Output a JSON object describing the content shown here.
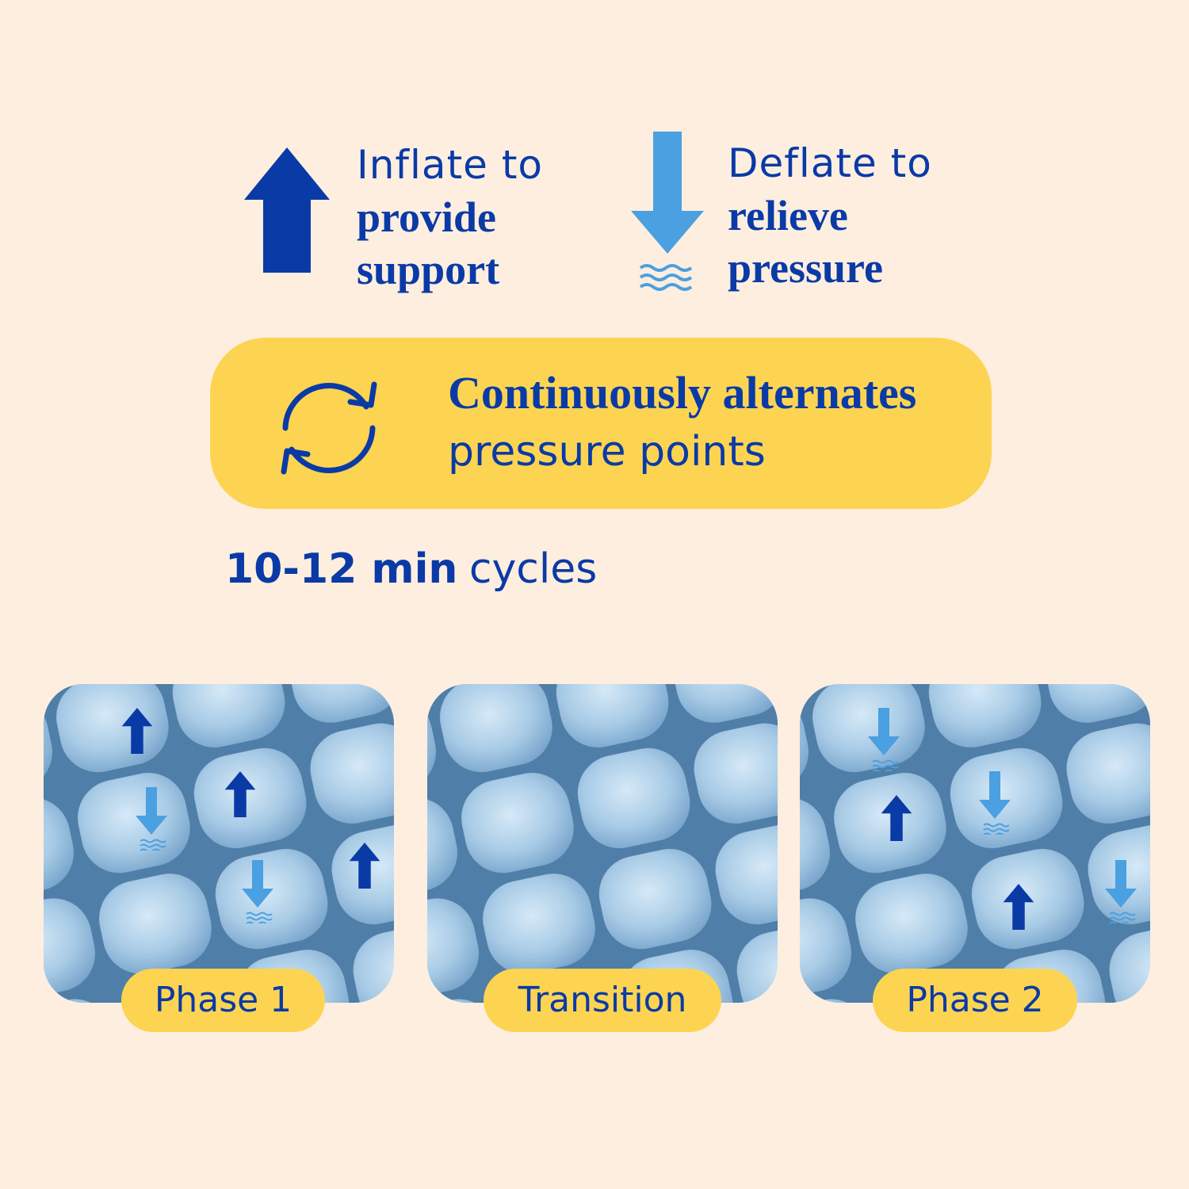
{
  "colors": {
    "background": "#fdeee0",
    "dark_blue": "#0a3aa6",
    "light_blue": "#4aa0e0",
    "yellow": "#fdd451",
    "cushion": "#a9cbe6"
  },
  "inflate": {
    "icon": "arrow-up-icon",
    "line1": "Inflate to",
    "line2": "provide",
    "line3": "support"
  },
  "deflate": {
    "icon": "arrow-down-waves-icon",
    "line1": "Deflate to",
    "line2": "relieve",
    "line3": "pressure"
  },
  "banner": {
    "icon": "refresh-cycle-icon",
    "bold": "Continuously alternates",
    "light": "pressure points"
  },
  "cycles": {
    "bold": "10-12 min",
    "light": "cycles"
  },
  "phases": [
    {
      "label": "Phase 1"
    },
    {
      "label": "Transition"
    },
    {
      "label": "Phase 2"
    }
  ]
}
